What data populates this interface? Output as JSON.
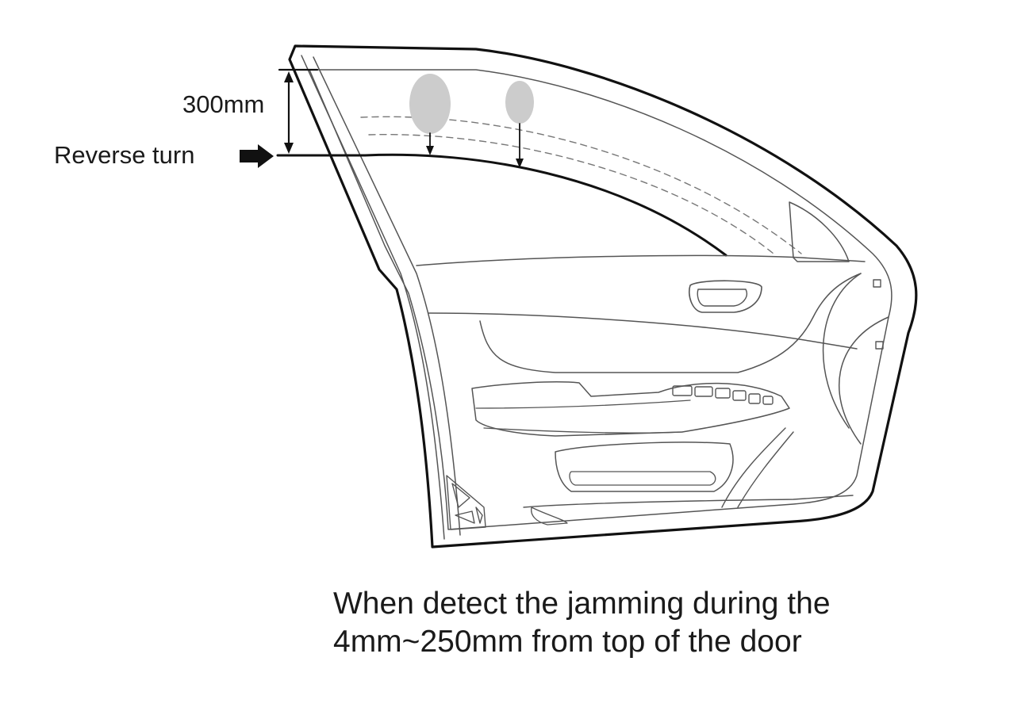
{
  "labels": {
    "dimension": "300mm",
    "reverse": "Reverse turn"
  },
  "caption": {
    "line1": "When detect the jamming during the",
    "line2": "4mm~250mm from top of the door"
  },
  "colors": {
    "line": "#111111",
    "thin_line": "#555555",
    "obstacle": "#cccccc",
    "background": "#ffffff"
  }
}
